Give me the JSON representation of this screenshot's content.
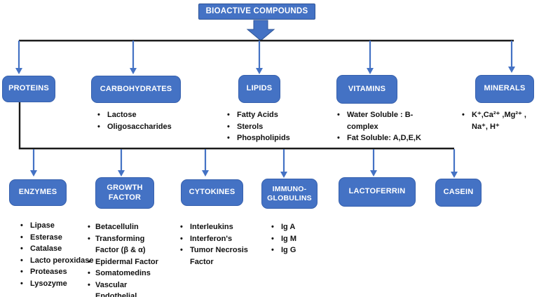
{
  "colors": {
    "node_fill": "#4472C4",
    "node_border": "#2F5597",
    "arrow": "#4472C4",
    "connector_line": "#1A1A1A",
    "node_text": "#FFFFFF",
    "bullet_text": "#111111",
    "background": "#FFFFFF"
  },
  "root": {
    "label": "BIOACTIVE COMPOUNDS"
  },
  "level1": [
    {
      "label": "PROTEINS",
      "bullets": []
    },
    {
      "label": "CARBOHYDRATES",
      "bullets": [
        "Lactose",
        "Oligosaccharides"
      ]
    },
    {
      "label": "LIPIDS",
      "bullets": [
        "Fatty Acids",
        "Sterols",
        "Phospholipids"
      ]
    },
    {
      "label": "VITAMINS",
      "bullets": [
        "Water Soluble : B-complex",
        "Fat Soluble: A,D,E,K"
      ]
    },
    {
      "label": "MINERALS",
      "bullets": [
        "K⁺,Ca²⁺ ,Mg²⁺ , Na⁺, H⁺"
      ]
    }
  ],
  "level2": [
    {
      "label": "ENZYMES",
      "bullets": [
        "Lipase",
        "Esterase",
        "Catalase",
        "Lacto peroxidase",
        "Proteases",
        "Lysozyme"
      ]
    },
    {
      "label": "GROWTH FACTOR",
      "bullets": [
        "Betacellulin",
        "Transforming Factor (β & α)",
        "Epidermal Factor",
        "Somatomedins",
        "Vascular Endothelial"
      ]
    },
    {
      "label": "CYTOKINES",
      "bullets": [
        "Interleukins",
        "Interferon's",
        "Tumor Necrosis Factor"
      ]
    },
    {
      "label": "IMMUNO-GLOBULINS",
      "bullets": [
        "Ig A",
        "Ig M",
        "Ig G"
      ]
    },
    {
      "label": "LACTOFERRIN",
      "bullets": []
    },
    {
      "label": "CASEIN",
      "bullets": []
    }
  ]
}
